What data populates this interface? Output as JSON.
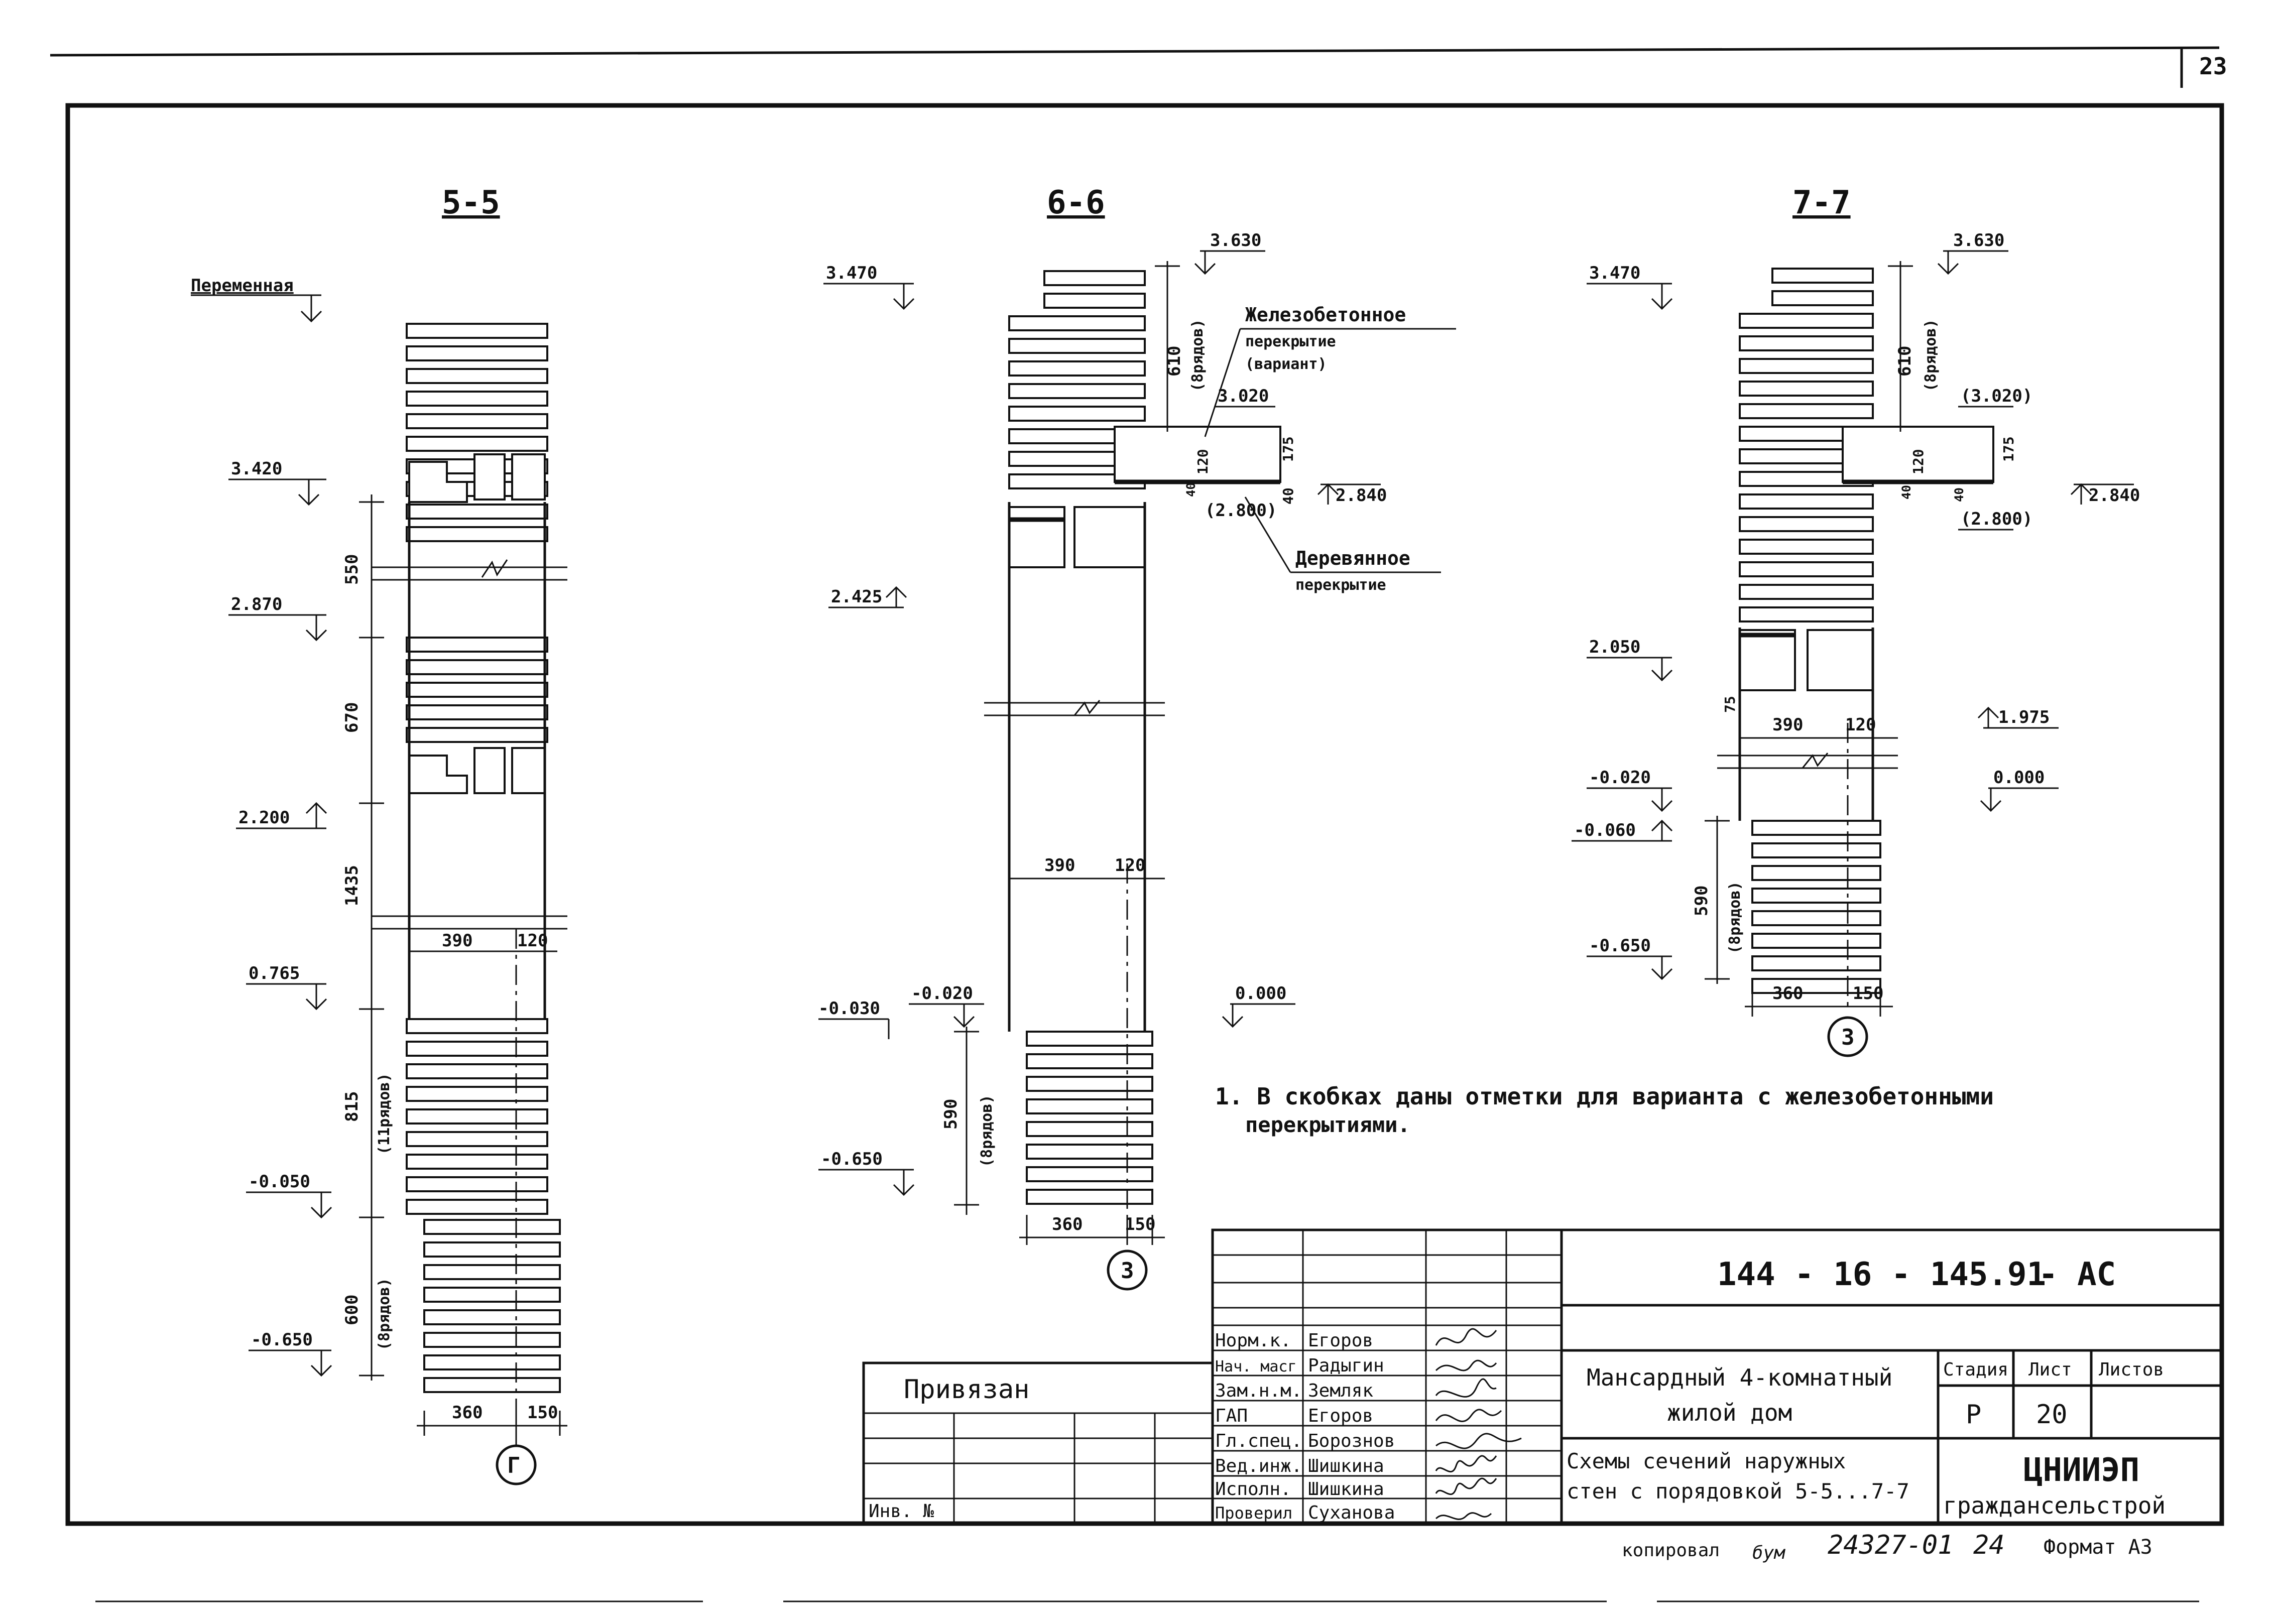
{
  "sheet_corner_number": "23",
  "sections": [
    {
      "title": "5-5",
      "axis": "Г",
      "dims": [
        "360",
        "150",
        "390",
        "120"
      ],
      "heights": [
        "550",
        "670",
        "1435",
        "815",
        "(11рядов)",
        "600",
        "(8рядов)"
      ],
      "levels": [
        "Переменная",
        "3.420",
        "2.870",
        "2.200",
        "0.765",
        "-0.050",
        "-0.650"
      ]
    },
    {
      "title": "6-6",
      "axis": "3",
      "dims": [
        "360",
        "150",
        "390",
        "120"
      ],
      "heights": [
        "610",
        "(8рядов)",
        "120",
        "40",
        "175",
        "40",
        "590",
        "(8рядов)"
      ],
      "levels": [
        "3.630",
        "3.470",
        "3.020",
        "(2.800)",
        "2.840",
        "2.425",
        "-0.030",
        "-0.020",
        "0.000",
        "-0.650"
      ],
      "callouts": [
        "Железобетонное",
        "перекрытие",
        "(вариант)",
        "Деревянное",
        "перекрытие"
      ]
    },
    {
      "title": "7-7",
      "axis": "3",
      "dims": [
        "360",
        "150",
        "390",
        "120"
      ],
      "heights": [
        "610",
        "(8рядов)",
        "120",
        "40",
        "175",
        "40",
        "75",
        "590",
        "(8рядов)"
      ],
      "levels": [
        "3.630",
        "3.470",
        "(3.020)",
        "2.840",
        "(2.800)",
        "2.050",
        "1.975",
        "-0.020",
        "0.000",
        "-0.060",
        "-0.650"
      ]
    }
  ],
  "note": {
    "line1": "1. В скобках даны отметки для варианта с железобетонными",
    "line2": "перекрытиями."
  },
  "title_block": {
    "doc_code": "144 - 16 - 145.91",
    "doc_suffix": "- АС",
    "privyazan": "Привязан",
    "inv_no": "Инв. №",
    "roles": [
      "Норм.к.",
      "Нач. масг",
      "Зам.н.м.",
      "ГАП",
      "Гл.спец.",
      "Вед.инж.",
      "Исполн.",
      "Проверил"
    ],
    "names": [
      "Егоров",
      "Радыгин",
      "Земляк",
      "Егоров",
      "Борознов",
      "Шишкина",
      "Шишкина",
      "Суханова"
    ],
    "project_title_1": "Мансардный 4-комнатный",
    "project_title_2": "жилой дом",
    "sheet_title_1": "Схемы сечений наружных",
    "sheet_title_2": "стен с порядовкой 5-5...7-7",
    "col_stage": "Стадия",
    "col_sheet": "Лист",
    "col_sheets": "Листов",
    "stage": "Р",
    "sheet": "20",
    "org_1": "ЦНИИЭП",
    "org_2": "граждансельстрой"
  },
  "footer": {
    "copied": "копировал",
    "copied_by": "бум",
    "inventory": "24327-01",
    "page": "24",
    "format": "Формат А3"
  }
}
